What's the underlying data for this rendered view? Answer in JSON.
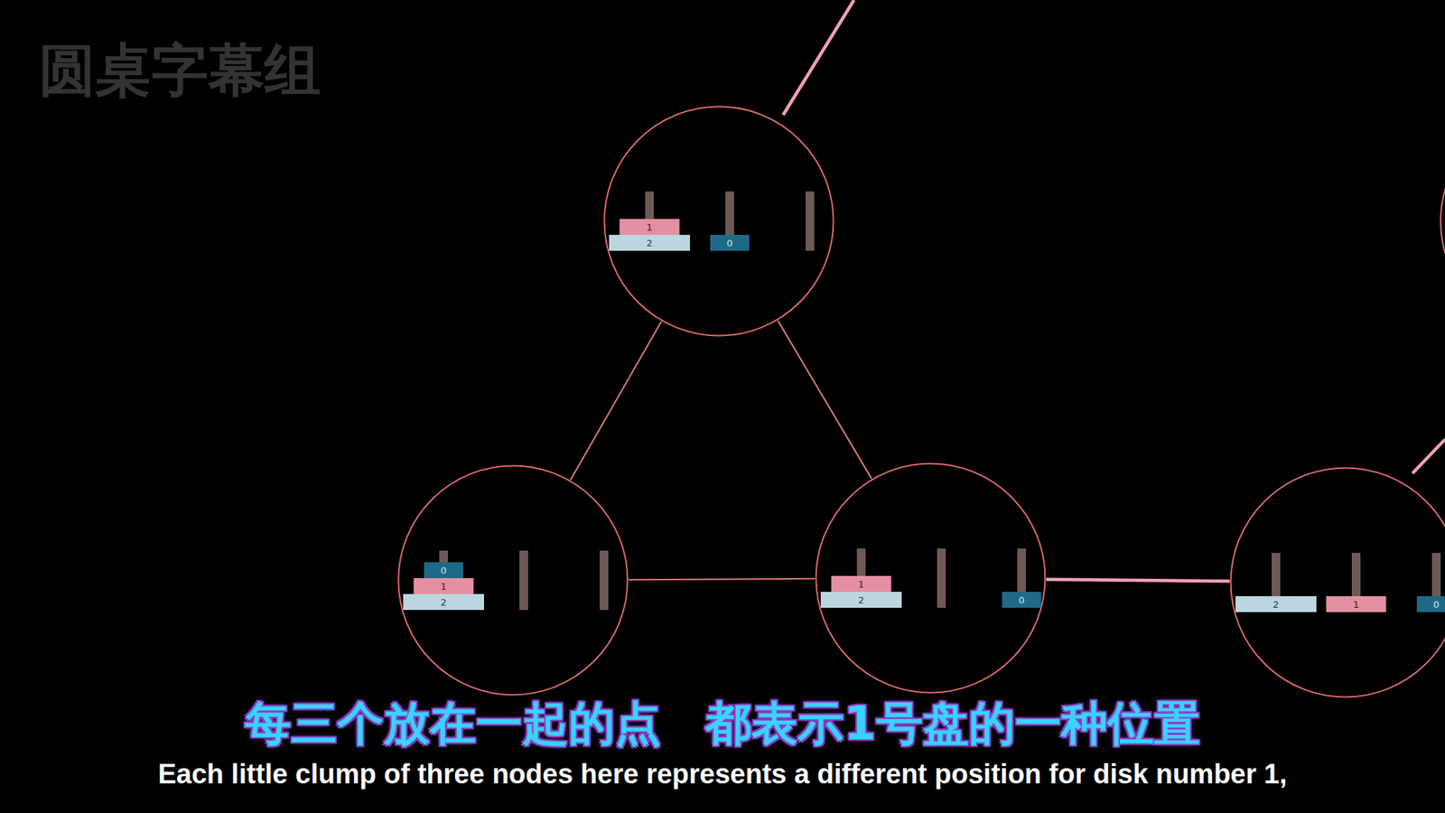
{
  "diagram": {
    "nodes": [
      {
        "text": [
          "1",
          "2",
          "0"
        ]
      },
      {
        "text": [
          "0",
          "1",
          "2"
        ]
      },
      {
        "text": [
          "1",
          "2",
          "0"
        ]
      },
      {
        "text": [
          "2",
          "1",
          "0"
        ]
      }
    ],
    "edges": [
      {
        "from": 0,
        "to": 1,
        "arrow": "none"
      },
      {
        "from": 0,
        "to": 2,
        "arrow": "none"
      },
      {
        "from": 1,
        "to": 2,
        "arrow": "none"
      },
      {
        "from": 2,
        "to": 3,
        "arrow": "none"
      }
    ],
    "labels": [
      "圆桌字幕组",
      "每三个放在一起的点 都表示1号盘的一种位置",
      "Each little clump of three nodes here represents a different position for disk number 1,"
    ]
  }
}
